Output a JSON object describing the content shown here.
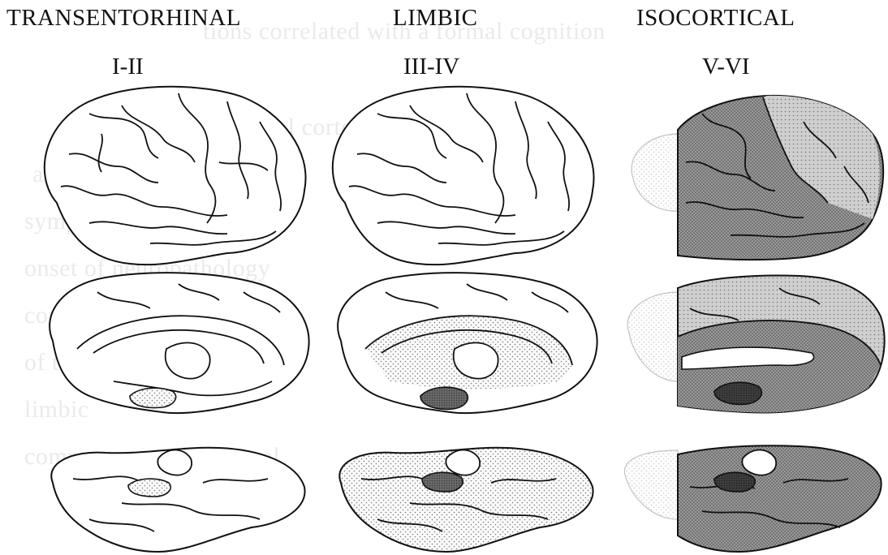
{
  "stages": [
    {
      "title": "TRANSENTORHINAL",
      "range": "I-II"
    },
    {
      "title": "LIMBIC",
      "range": "III-IV"
    },
    {
      "title": "ISOCORTICAL",
      "range": "V-VI"
    }
  ],
  "views": [
    "lateral",
    "medial",
    "basal"
  ],
  "shading": {
    "light": "#d8d8d8",
    "medium": "#9a9a9a",
    "dark": "#6a6a6a",
    "darkest": "#3c3c3c"
  },
  "background_text": [
    "tions correlated with a formal cognition",
    "The transentorhinal cortex is affected",
    "affected regions to appear",
    "symptoms of the disease",
    "onset of neuropathology",
    "coming to notice",
    "of the regions",
    "limbic",
    "components and retrieval"
  ]
}
